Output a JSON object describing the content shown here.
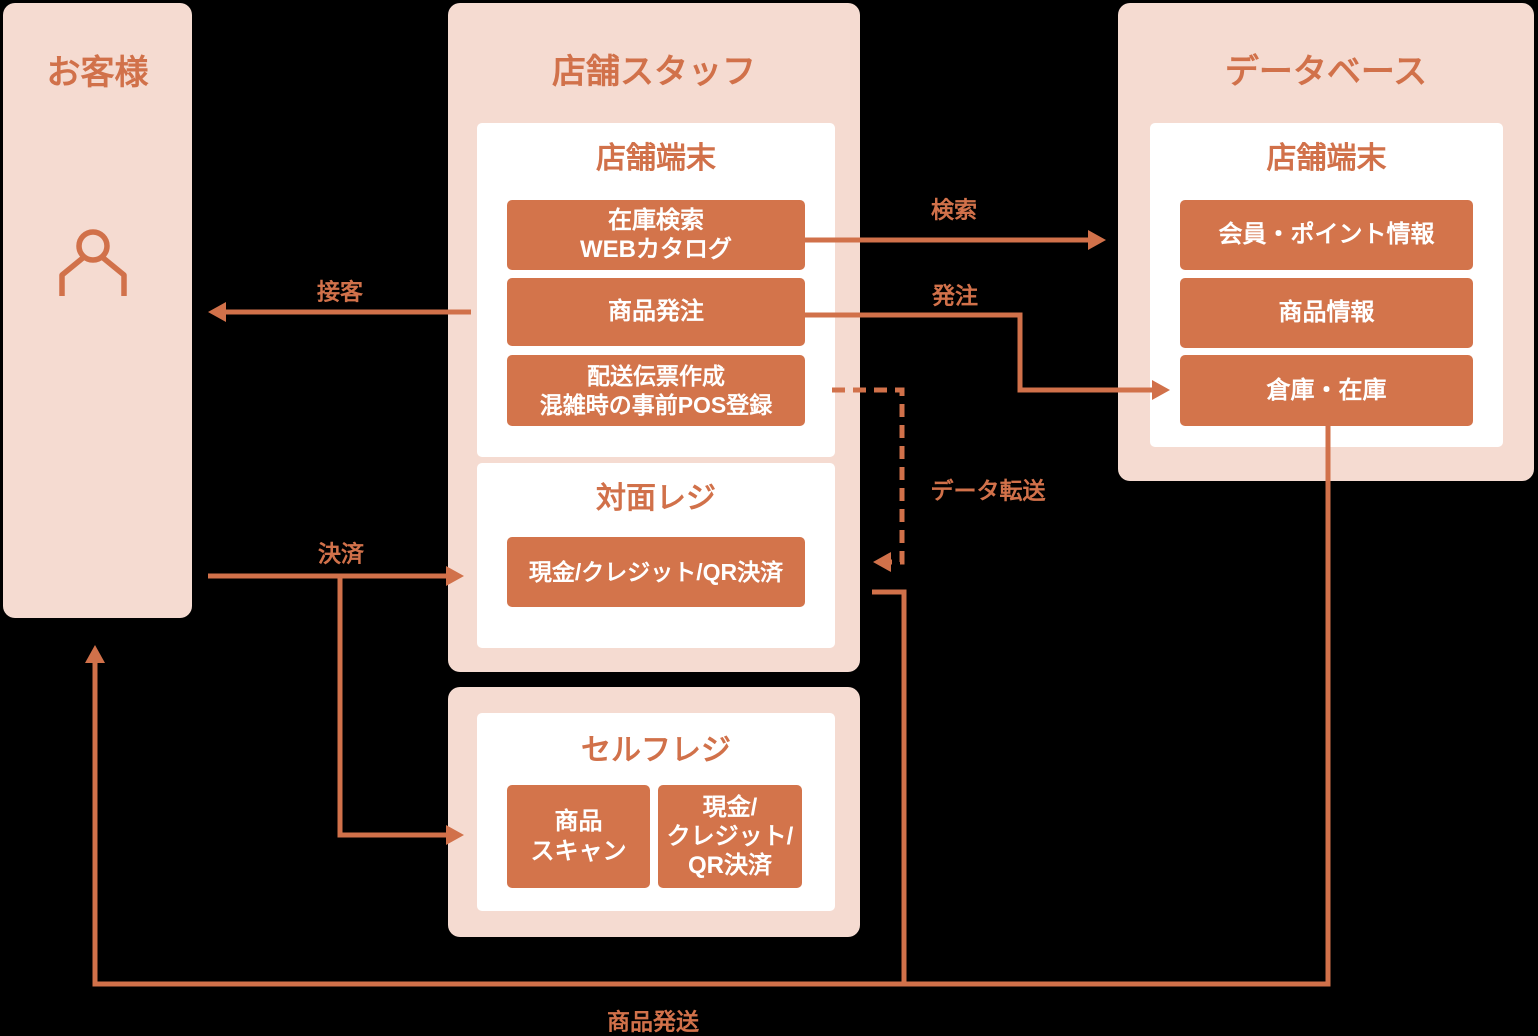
{
  "colors": {
    "background": "#000000",
    "container_pink": "#F5DBD1",
    "node_orange": "#D3744B",
    "accent_text_orange": "#D1714A",
    "node_text": "#FFFFFF"
  },
  "customer": {
    "title": "お客様",
    "icon": "person-icon"
  },
  "staff": {
    "title": "店舗スタッフ",
    "terminal": {
      "title": "店舗端末",
      "button1_line1": "在庫検索",
      "button1_line2": "WEBカタログ",
      "button2": "商品発注",
      "button3_line1": "配送伝票作成",
      "button3_line2": "混雑時の事前POS登録"
    },
    "register": {
      "title": "対面レジ",
      "button1": "現金/クレジット/QR決済"
    }
  },
  "self_register": {
    "title": "セルフレジ",
    "button1_line1": "商品",
    "button1_line2": "スキャン",
    "button2_line1": "現金/",
    "button2_line2": "クレジット/",
    "button2_line3": "QR決済"
  },
  "database": {
    "title": "データベース",
    "terminal": {
      "title": "店舗端末",
      "button1": "会員・ポイント情報",
      "button2": "商品情報",
      "button3": "倉庫・在庫"
    }
  },
  "flow_labels": {
    "sekkyaku": "接客",
    "kensaku": "検索",
    "hacchu": "発注",
    "data_tensou": "データ転送",
    "kessai": "決済",
    "shohin_hasso": "商品発送"
  }
}
